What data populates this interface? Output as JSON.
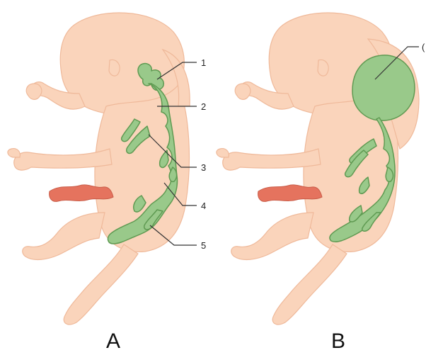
{
  "colors": {
    "skin": "#fad4bb",
    "skin_edge": "#efb99a",
    "lymph": "#99c98a",
    "lymph_edge": "#5f9a52",
    "cord": "#e5735e"
  },
  "panels": [
    {
      "label": "A",
      "callouts": [
        "1",
        "2",
        "3",
        "4",
        "5"
      ]
    },
    {
      "label": "B",
      "callouts": [
        "("
      ]
    }
  ]
}
